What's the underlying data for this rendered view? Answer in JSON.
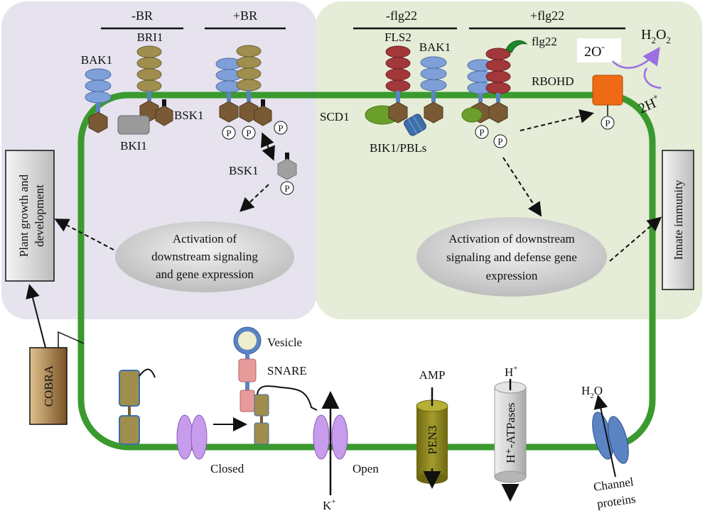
{
  "header": {
    "minus_br": "-BR",
    "plus_br": "+BR",
    "minus_flg22": "-flg22",
    "plus_flg22": "+flg22"
  },
  "proteins": {
    "bak1_left": "BAK1",
    "bri1": "BRI1",
    "bsk1_top": "BSK1",
    "bki1": "BKI1",
    "bsk1_free": "BSK1",
    "fls2": "FLS2",
    "bak1_right": "BAK1",
    "flg22": "flg22",
    "rbohd": "RBOHD",
    "scd1": "SCD1",
    "bik1": "BIK1/PBLs"
  },
  "ros": {
    "superoxide": "2O",
    "superoxide_sup": "-",
    "h2o2_main": "H",
    "h2o2_sub1": "2",
    "h2o2_o": "O",
    "h2o2_sub2": "2",
    "protons": "2H",
    "protons_sup": "+"
  },
  "phospho": "P",
  "ellipses": {
    "left": [
      "Activation of",
      "downstream signaling",
      "and gene expression"
    ],
    "right": [
      "Activation of downstream",
      "signaling and defense gene",
      "expression"
    ]
  },
  "boxes": {
    "plant_growth_line1": "Plant growth and",
    "plant_growth_line2": "development",
    "innate": "Innate immunity",
    "cobra": "COBRA"
  },
  "bottom": {
    "vesicle": "Vesicle",
    "snare": "SNARE",
    "closed": "Closed",
    "open": "Open",
    "k_main": "K",
    "k_sup": "+",
    "amp": "AMP",
    "pen3": "PEN3",
    "h_main": "H",
    "h_sup": "+",
    "atpase": "H⁺-ATPases",
    "h2o_main": "H",
    "h2o_sub": "2",
    "h2o_o": "O",
    "channel1": "Channel",
    "channel2": "proteins"
  },
  "colors": {
    "membrane": "#3a9a2e",
    "left_panel": "#e6e2ee",
    "right_panel": "#e5ecd7",
    "bak1": "#7f9fd9",
    "bri1": "#9f8e4e",
    "fls2": "#a2383a",
    "kinase": "#7a5a34",
    "scd1": "#6b9f2b",
    "bik1": "#3e6fa8",
    "rbohd": "#ef6a14",
    "ros_arrow": "#9b6fe0",
    "cobra": "#b38a4d",
    "pen3": "#8c8520",
    "atpase": "#c8c8c8",
    "channel": "#5b84c4",
    "ion_channel": "#c89cec",
    "snare": "#e89a9a",
    "ellipse": "#d9d9d9"
  }
}
